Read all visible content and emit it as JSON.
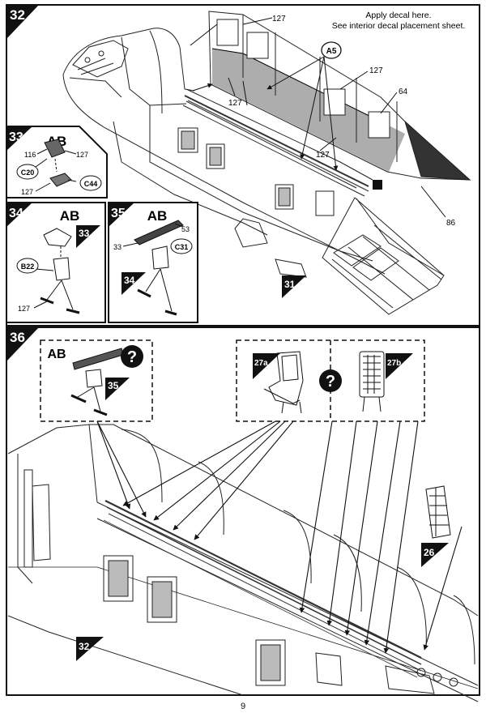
{
  "steps": {
    "s32": {
      "number": "32",
      "note_line1": "Apply decal here.",
      "note_line2": "See interior decal placement sheet."
    },
    "s33": {
      "number": "33",
      "variant": "AB"
    },
    "s34": {
      "number": "34",
      "variant": "AB"
    },
    "s35": {
      "number": "35",
      "variant": "AB"
    },
    "s36": {
      "number": "36",
      "variant": "AB"
    }
  },
  "parts": {
    "p127": "127",
    "p64": "64",
    "p86": "86",
    "p116": "116",
    "p53": "53",
    "p33": "33",
    "a5": "A5",
    "c20": "C20",
    "c44": "C44",
    "b22": "B22",
    "c31": "C31",
    "p27a": "27a",
    "p27b": "27b"
  },
  "refs": {
    "r31": "31",
    "r32": "32",
    "r33": "33",
    "r34": "34",
    "r35": "35",
    "r26": "26"
  },
  "symbols": {
    "question": "?",
    "question_icon": "question-circle-icon"
  },
  "footer": {
    "page_number": "9"
  }
}
